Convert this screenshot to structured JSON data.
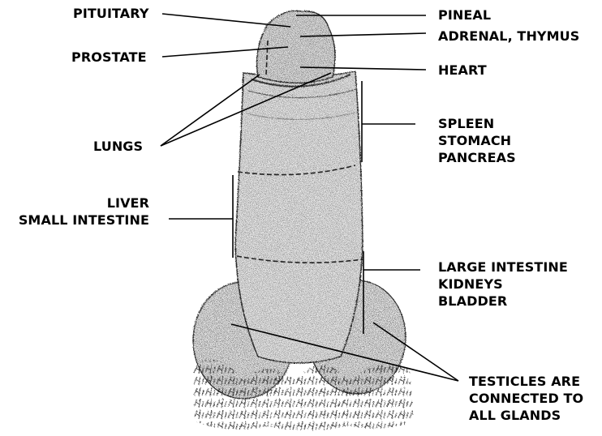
{
  "labels": {
    "pituitary": "PITUITARY",
    "pineal": "PINEAL",
    "adrenal_thymus": "ADRENAL, THYMUS",
    "prostate": "PROSTATE",
    "heart": "HEART",
    "lungs": "LUNGS",
    "spleen_group": [
      "SPLEEN",
      "STOMACH",
      "PANCREAS"
    ],
    "liver_group": [
      "LIVER",
      "SMALL INTESTINE"
    ],
    "large_intestine_group": [
      "LARGE INTESTINE",
      "KIDNEYS",
      "BLADDER"
    ],
    "testicles_group": [
      "TESTICLES ARE",
      "CONNECTED TO",
      "ALL GLANDS"
    ]
  }
}
